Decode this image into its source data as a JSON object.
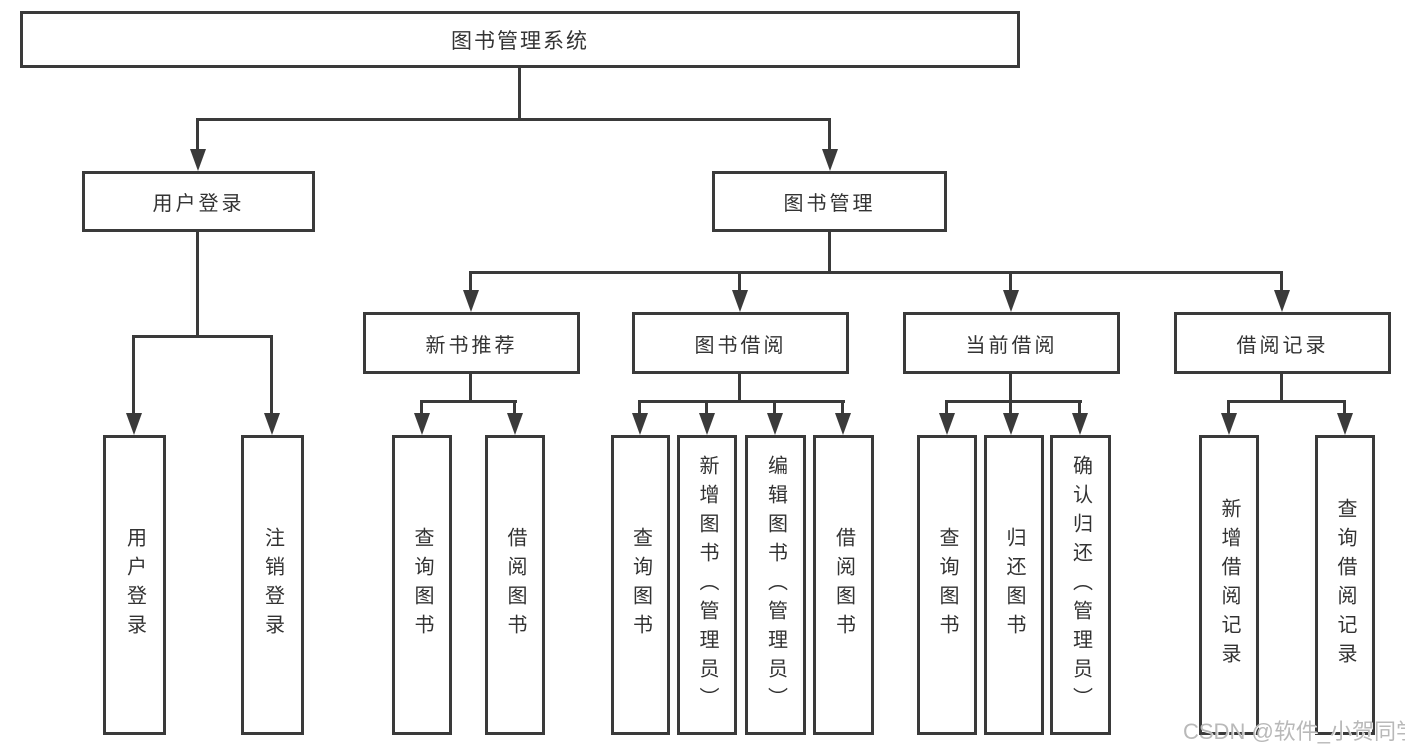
{
  "tree": {
    "label": "图书管理系统",
    "children": [
      {
        "label": "用户登录",
        "children": [
          {
            "label": "用户登录"
          },
          {
            "label": "注销登录"
          }
        ]
      },
      {
        "label": "图书管理",
        "children": [
          {
            "label": "新书推荐",
            "children": [
              {
                "label": "查询图书"
              },
              {
                "label": "借阅图书"
              }
            ]
          },
          {
            "label": "图书借阅",
            "children": [
              {
                "label": "查询图书"
              },
              {
                "label": "新增图书（管理员）"
              },
              {
                "label": "编辑图书（管理员）"
              },
              {
                "label": "借阅图书"
              }
            ]
          },
          {
            "label": "当前借阅",
            "children": [
              {
                "label": "查询图书"
              },
              {
                "label": "归还图书"
              },
              {
                "label": "确认归还（管理员）"
              }
            ]
          },
          {
            "label": "借阅记录",
            "children": [
              {
                "label": "新增借阅记录"
              },
              {
                "label": "查询借阅记录"
              }
            ]
          }
        ]
      }
    ]
  },
  "watermark": "CSDN @软件_小贺同学",
  "colors": {
    "line": "#3a3a3a",
    "text": "#333333",
    "background": "#ffffff",
    "watermark": "#b9b9b9"
  }
}
